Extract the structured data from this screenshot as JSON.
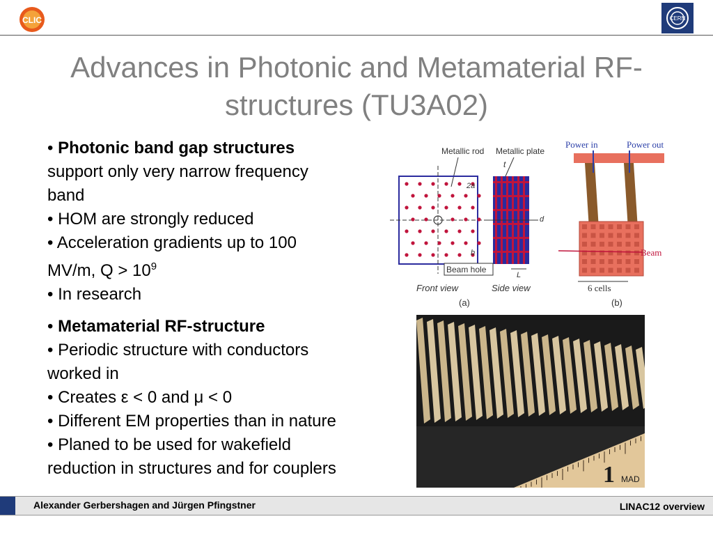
{
  "header": {
    "clic_logo_text": "CLIC",
    "cern_logo_text": "CERN"
  },
  "title": {
    "line1": "Advances in Photonic and Metamaterial RF-",
    "line2": "structures (TU3A02)"
  },
  "section1": {
    "heading": "Photonic band gap structures",
    "line1_rest": "support only very narrow frequency",
    "line2": "band",
    "line3": "• HOM are strongly reduced",
    "line4": "• Acceleration gradients up to 100",
    "line5_prefix": "MV/m, Q > 10",
    "line5_sup": "9",
    "line6": "• In research"
  },
  "section2": {
    "heading": "Metamaterial RF-structure",
    "line1": "• Periodic structure with conductors",
    "line2": "worked in",
    "line3": "• Creates ε < 0 and μ < 0",
    "line4": "• Different EM properties than in nature",
    "line5": "• Planed to be used for wakefield",
    "line6": "reduction in structures and for  couplers"
  },
  "figure_a": {
    "metallic_rod": "Metallic rod",
    "metallic_plate": "Metallic plate",
    "t": "t",
    "two_a": "2a",
    "b": "b",
    "d": "d",
    "L": "L",
    "beam_hole": "Beam hole",
    "front_view": "Front view",
    "side_view": "Side view",
    "caption": "(a)"
  },
  "figure_b": {
    "power_in": "Power in",
    "power_out": "Power out",
    "beam": "Beam",
    "cells": "6 cells",
    "caption": "(b)"
  },
  "photo": {
    "ruler_number": "1",
    "ruler_text": "MAD"
  },
  "footer": {
    "authors": "Alexander Gerbershagen and Jürgen Pfingstner",
    "event": "LINAC12 overview"
  },
  "colors": {
    "title": "#808080",
    "footer_block": "#1f3b7a",
    "cern_blue": "#1f3b7a",
    "rod_red": "#c0143c"
  }
}
